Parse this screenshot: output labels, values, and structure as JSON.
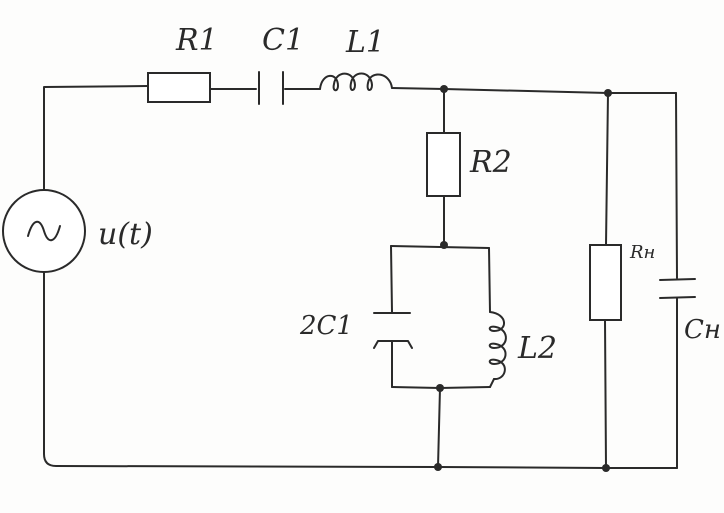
{
  "diagram": {
    "labels": {
      "R1": "R1",
      "C1": "C1",
      "L1": "L1",
      "R2": "R2",
      "source": "u(t)",
      "capacitor_2C1": "2C1",
      "L2": "L2",
      "load_resistor": "Rн",
      "load_capacitor": "Cн"
    },
    "components": [
      {
        "id": "source",
        "type": "ac-voltage-source",
        "label_key": "source"
      },
      {
        "id": "R1",
        "type": "resistor",
        "label_key": "R1"
      },
      {
        "id": "C1",
        "type": "capacitor",
        "label_key": "C1"
      },
      {
        "id": "L1",
        "type": "inductor",
        "label_key": "L1"
      },
      {
        "id": "R2",
        "type": "resistor",
        "label_key": "R2"
      },
      {
        "id": "2C1",
        "type": "capacitor",
        "label_key": "capacitor_2C1"
      },
      {
        "id": "L2",
        "type": "inductor",
        "label_key": "L2"
      },
      {
        "id": "Rn",
        "type": "resistor",
        "label_key": "load_resistor"
      },
      {
        "id": "Cn",
        "type": "capacitor",
        "label_key": "load_capacitor"
      }
    ],
    "connections": [
      {
        "from": "source",
        "to": "R1"
      },
      {
        "from": "R1",
        "to": "C1"
      },
      {
        "from": "C1",
        "to": "L1"
      },
      {
        "from": "L1",
        "to": "R2"
      },
      {
        "from": "L1",
        "to": "Rn"
      },
      {
        "from": "L1",
        "to": "Cn"
      },
      {
        "from": "R2",
        "to": "2C1"
      },
      {
        "from": "R2",
        "to": "L2"
      },
      {
        "from": "2C1",
        "to": "source"
      },
      {
        "from": "L2",
        "to": "source"
      },
      {
        "from": "Rn",
        "to": "source"
      },
      {
        "from": "Cn",
        "to": "source"
      }
    ]
  }
}
